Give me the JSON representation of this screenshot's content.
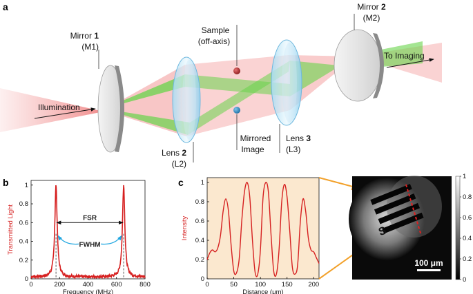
{
  "panels": {
    "a": "a",
    "b": "b",
    "c": "c"
  },
  "diagram": {
    "mirror1": {
      "line1_pre": "Mirror ",
      "line1_num": "1",
      "line2": "(M1)"
    },
    "mirror2": {
      "line1_pre": "Mirror ",
      "line1_num": "2",
      "line2": "(M2)"
    },
    "lens2": {
      "line1_pre": "Lens ",
      "line1_num": "2",
      "line2": "(L2)"
    },
    "lens3": {
      "line1_pre": "Lens ",
      "line1_num": "3",
      "line2": "(L3)"
    },
    "sample": {
      "line1": "Sample",
      "line2": "(off-axis)"
    },
    "mirrored": {
      "line1": "Mirrored",
      "line2": "Image"
    },
    "illumination": "Illumination",
    "to_imaging": "To Imaging"
  },
  "chart_data": [
    {
      "type": "line",
      "panel": "b",
      "xlabel": "Frequency (MHz)",
      "ylabel": "Transmitted Light",
      "xlim": [
        0,
        800
      ],
      "ylim": [
        0,
        1.05
      ],
      "xticks": [
        0,
        200,
        400,
        600,
        800
      ],
      "yticks": [
        0,
        0.2,
        0.4,
        0.6,
        0.8,
        1
      ],
      "peaks": [
        175,
        650
      ],
      "annotations": {
        "fsr": "FSR",
        "fwhm": "FWHM"
      },
      "line_color": "#d62020"
    },
    {
      "type": "line",
      "panel": "c",
      "xlabel": "Distance (μm)",
      "ylabel": "Intensity",
      "xlim": [
        0,
        210
      ],
      "ylim": [
        0,
        1.05
      ],
      "xticks": [
        0,
        50,
        100,
        150,
        200
      ],
      "yticks": [
        0,
        0.2,
        0.4,
        0.6,
        0.8,
        1
      ],
      "x": [
        0,
        5,
        10,
        15,
        20,
        25,
        30,
        35,
        40,
        45,
        50,
        55,
        60,
        65,
        70,
        75,
        80,
        85,
        90,
        95,
        100,
        105,
        110,
        115,
        120,
        125,
        130,
        135,
        140,
        145,
        150,
        155,
        160,
        165,
        170,
        175,
        180,
        185,
        190,
        195,
        200,
        205,
        210
      ],
      "values": [
        0.2,
        0.27,
        0.3,
        0.28,
        0.32,
        0.45,
        0.7,
        0.83,
        0.7,
        0.35,
        0.08,
        0.06,
        0.2,
        0.6,
        0.9,
        1.0,
        0.85,
        0.4,
        0.07,
        0.05,
        0.3,
        0.85,
        1.0,
        0.9,
        0.45,
        0.08,
        0.05,
        0.3,
        0.8,
        0.98,
        0.85,
        0.5,
        0.12,
        0.05,
        0.15,
        0.6,
        0.83,
        0.7,
        0.42,
        0.3,
        0.28,
        0.22,
        0.16
      ],
      "line_color": "#d62020",
      "background": "#fbe8cf"
    },
    {
      "type": "heatmap",
      "panel": "image",
      "colorbar_ticks": [
        0,
        0.2,
        0.4,
        0.6,
        0.8,
        1
      ],
      "scale_bar": "100 μm"
    }
  ]
}
